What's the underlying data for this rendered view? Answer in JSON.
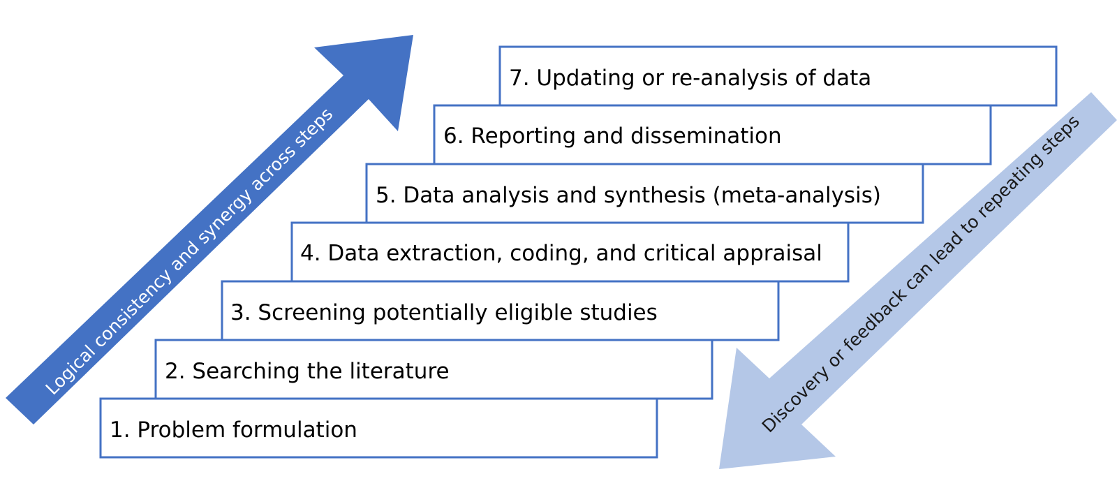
{
  "colors": {
    "box_border": "#4472c4",
    "up_arrow": "#4472c4",
    "down_arrow": "#b4c7e7",
    "text": "#000000"
  },
  "steps": [
    {
      "label": "1. Problem formulation"
    },
    {
      "label": "2. Searching the literature"
    },
    {
      "label": "3. Screening potentially eligible studies"
    },
    {
      "label": "4. Data extraction, coding, and critical appraisal"
    },
    {
      "label": "5. Data analysis and synthesis (meta-analysis)"
    },
    {
      "label": "6. Reporting and dissemination"
    },
    {
      "label": "7. Updating or re-analysis of data"
    }
  ],
  "up_arrow": {
    "label": "Logical consistency and synergy across steps"
  },
  "down_arrow": {
    "label": "Discovery or feedback can lead to repeating steps"
  }
}
